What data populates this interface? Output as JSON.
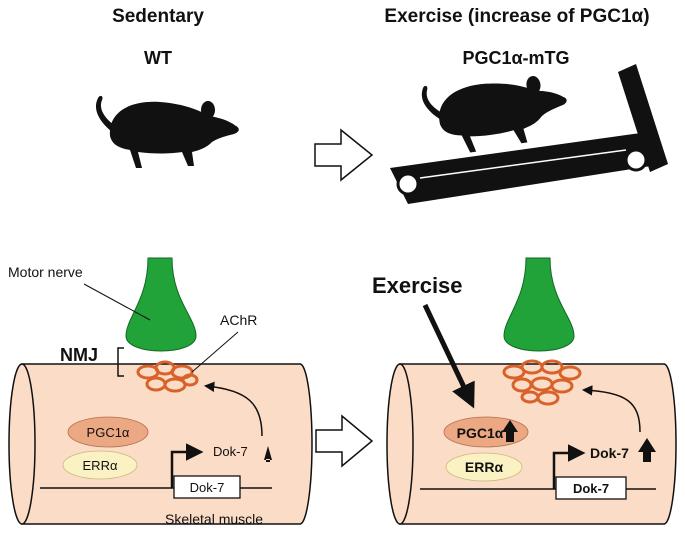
{
  "headers": {
    "left_title": "Sedentary",
    "right_title": "Exercise (increase of PGC1α)",
    "left_sub": "WT",
    "right_sub": "PGC1α-mTG"
  },
  "labels": {
    "motor_nerve": "Motor nerve",
    "achr": "AChR",
    "nmj": "NMJ",
    "pgc1a": "PGC1α",
    "erra": "ERRα",
    "dok7_protein": "Dok-7",
    "dok7_gene": "Dok-7",
    "skeletal_muscle": "Skeletal muscle",
    "exercise": "Exercise"
  },
  "colors": {
    "muscle": "#fbdcc6",
    "nerve": "#22a33a",
    "achr": "#d8622a",
    "pgc1a": "#eba882",
    "erra": "#fbf2c4"
  },
  "icons": {
    "transition_arrow": "hollow-right-arrow",
    "increase": "bold-up-arrow"
  }
}
